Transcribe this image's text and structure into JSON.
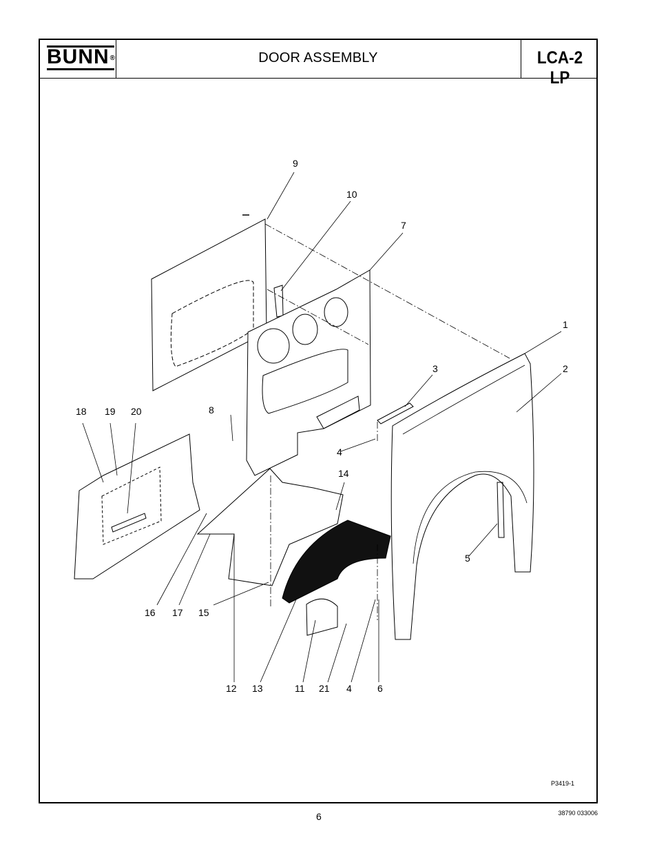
{
  "header": {
    "logo_text": "BUNN",
    "logo_mark": "®",
    "title": "DOOR ASSEMBLY",
    "model": "LCA-2 LP"
  },
  "callouts": [
    "9",
    "10",
    "7",
    "1",
    "2",
    "3",
    "8",
    "4",
    "14",
    "18",
    "19",
    "20",
    "5",
    "16",
    "17",
    "15",
    "12",
    "13",
    "11",
    "21",
    "4",
    "6"
  ],
  "drawing_ref": "P3419-1",
  "footer": {
    "page_number": "6",
    "doc_number": "38790 033006"
  }
}
